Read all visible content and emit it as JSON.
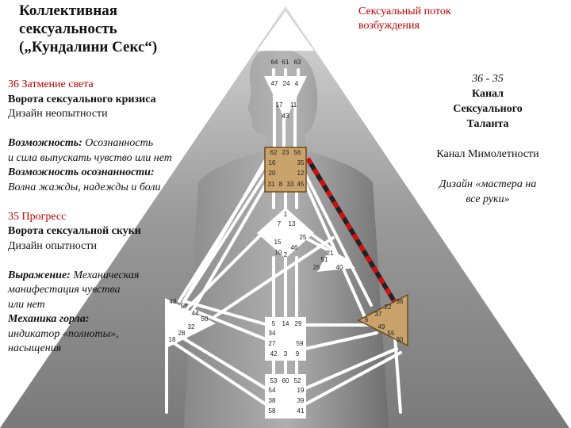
{
  "title_lines": [
    "Коллективная",
    "сексуальность",
    "(„Кундалини Секс“)"
  ],
  "top_right_label": [
    "Сексуальный поток",
    "возбуждения"
  ],
  "gate36": {
    "heading": "36 Затмение света",
    "name": "Ворота сексуального кризиса",
    "design": "Дизайн неопытности",
    "opportunity_label": "Возможность:",
    "opportunity_text": " Осознанность",
    "opportunity_text2": "и сила выпускать чувство или нет",
    "awareness_label": "Возможность осознанности:",
    "awareness_text": "Волна жажды, надежды и боли"
  },
  "gate35": {
    "heading": "35 Прогресс",
    "name": "Ворота сексуальной скуки",
    "design": "Дизайн опытности",
    "expression_label": "Выражение:",
    "expression_text": " Механическая",
    "expression_text2": "манифестация чувства",
    "expression_text3": "или нет",
    "mechanics_label": "Механика горла:",
    "mechanics_text": "индикатор «полноты»,",
    "mechanics_text2": "насыщения"
  },
  "channel": {
    "numbers": "36 - 35",
    "name_lines": [
      "Канал",
      "Сексуального",
      "Таланта"
    ],
    "alt_name": "Канал Мимолетности",
    "design_lines": [
      "Дизайн «мастера на",
      "все руки»"
    ]
  },
  "colors": {
    "highlight_center": "#c9a36b",
    "background_triangle": "#8c8c8c",
    "channel_red": "#d01010",
    "channel_dark": "#222222"
  },
  "gates": {
    "head": [
      "64",
      "61",
      "63"
    ],
    "ajna": [
      "47",
      "24",
      "4",
      "17",
      "11",
      "43"
    ],
    "throat": [
      "62",
      "23",
      "56",
      "16",
      "35",
      "20",
      "12",
      "31",
      "8",
      "33",
      "45"
    ],
    "g_center": [
      "1",
      "7",
      "13",
      "15",
      "46",
      "10",
      "2",
      "25"
    ],
    "heart": [
      "21",
      "51",
      "26",
      "40"
    ],
    "spleen": [
      "48",
      "57",
      "44",
      "50",
      "32",
      "28",
      "18"
    ],
    "solar_plexus": [
      "36",
      "22",
      "6",
      "37",
      "49",
      "55",
      "30"
    ],
    "sacral": [
      "5",
      "14",
      "29",
      "34",
      "27",
      "59",
      "42",
      "3",
      "9"
    ],
    "root": [
      "53",
      "60",
      "52",
      "54",
      "19",
      "38",
      "39",
      "58",
      "41"
    ]
  }
}
